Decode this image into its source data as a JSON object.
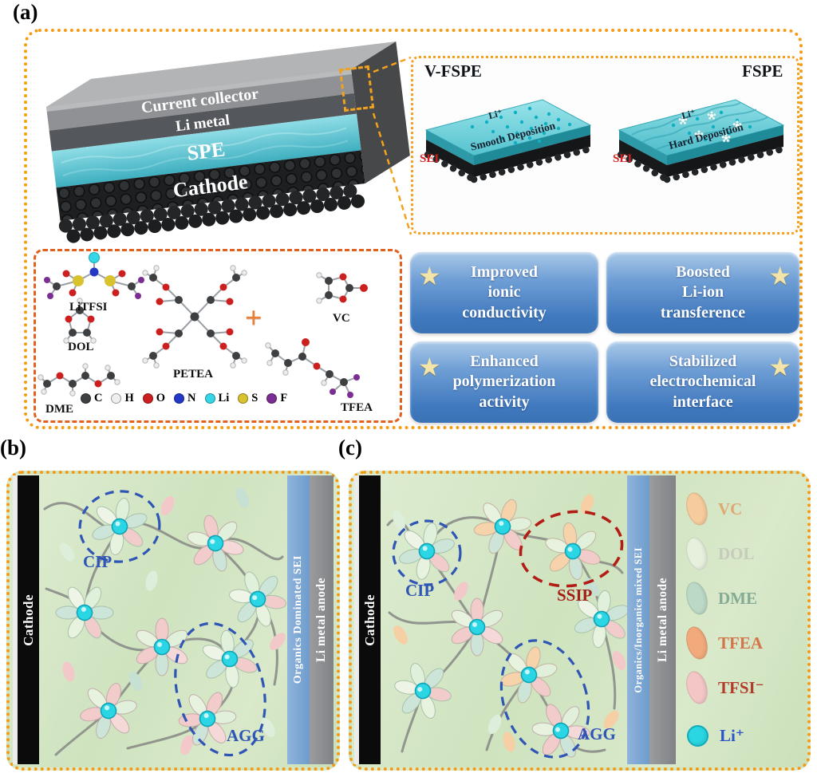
{
  "accent": {
    "dotted_border_orange": "#f59b13",
    "molecule_box_border": "#e2611f",
    "feature_blue_top": "#aac9e8",
    "feature_blue_bottom": "#3a72b5",
    "star_yellow": "#f3e5a9",
    "annotation_blue": "#2f55b5",
    "annotation_red": "#b21d15",
    "li_ion_cyan": "#2ad6e3",
    "panel_green": "#d5e6c4",
    "sei_bar_blue": "#7fa9d6",
    "anode_bar_gray": "#8e9093"
  },
  "panel_a": {
    "label": "(a)",
    "stack": {
      "layer_current_collector": "Current collector",
      "layer_li_metal": "Li  metal",
      "layer_spe": "SPE",
      "layer_cathode": "Cathode"
    },
    "inset": {
      "left_title": "V-FSPE",
      "right_title": "FSPE",
      "sei_label": "SEI",
      "li_ion_label": "Li⁺",
      "left_caption": "Smooth Deposition",
      "right_caption": "Hard Deposition"
    },
    "molecules": {
      "litfsi": "LiTFSI",
      "dol": "DOL",
      "dme": "DME",
      "petea": "PETEA",
      "vc": "VC",
      "tfea": "TFEA",
      "plus_icon": "+",
      "atom_legend": [
        {
          "symbol": "C",
          "color": "#3d3f41"
        },
        {
          "symbol": "H",
          "color": "#efefef"
        },
        {
          "symbol": "O",
          "color": "#cc1f1f"
        },
        {
          "symbol": "N",
          "color": "#2438c8"
        },
        {
          "symbol": "Li",
          "color": "#35d6e6"
        },
        {
          "symbol": "S",
          "color": "#d8c22e"
        },
        {
          "symbol": "F",
          "color": "#7b2d93"
        }
      ]
    },
    "star_icon": "★",
    "features": [
      "Improved\nionic\nconductivity",
      "Boosted\nLi-ion\ntransference",
      "Enhanced\npolymerization\nactivity",
      "Stabilized\nelectrochemical\ninterface"
    ]
  },
  "panel_b": {
    "label": "(b)",
    "cathode": "Cathode",
    "sei_bar": "Organics Dominated SEI",
    "anode_bar": "Li metal anode",
    "cip": "CIP",
    "agg": "AGG"
  },
  "panel_c": {
    "label": "(c)",
    "cathode": "Cathode",
    "sei_bar": "Organics/Inorganics mixed SEI",
    "anode_bar": "Li metal anode",
    "cip": "CIP",
    "ssip": "SSIP",
    "agg": "AGG",
    "legend": [
      {
        "label": "VC",
        "fill": "#f6cb9d",
        "text_color": "#dfa873"
      },
      {
        "label": "DOL",
        "fill": "#e7efdd",
        "text_color": "#c6cbbb"
      },
      {
        "label": "DME",
        "fill": "#bcd9c6",
        "text_color": "#84ab93"
      },
      {
        "label": "TFEA",
        "fill": "#f2aa7c",
        "text_color": "#d4744b"
      },
      {
        "label": "TFSI⁻",
        "fill": "#f3c7c6",
        "text_color": "#b23b2c"
      },
      {
        "label": "Li⁺",
        "fill": "#29d6e2",
        "text_color": "#2b55c8"
      }
    ]
  }
}
